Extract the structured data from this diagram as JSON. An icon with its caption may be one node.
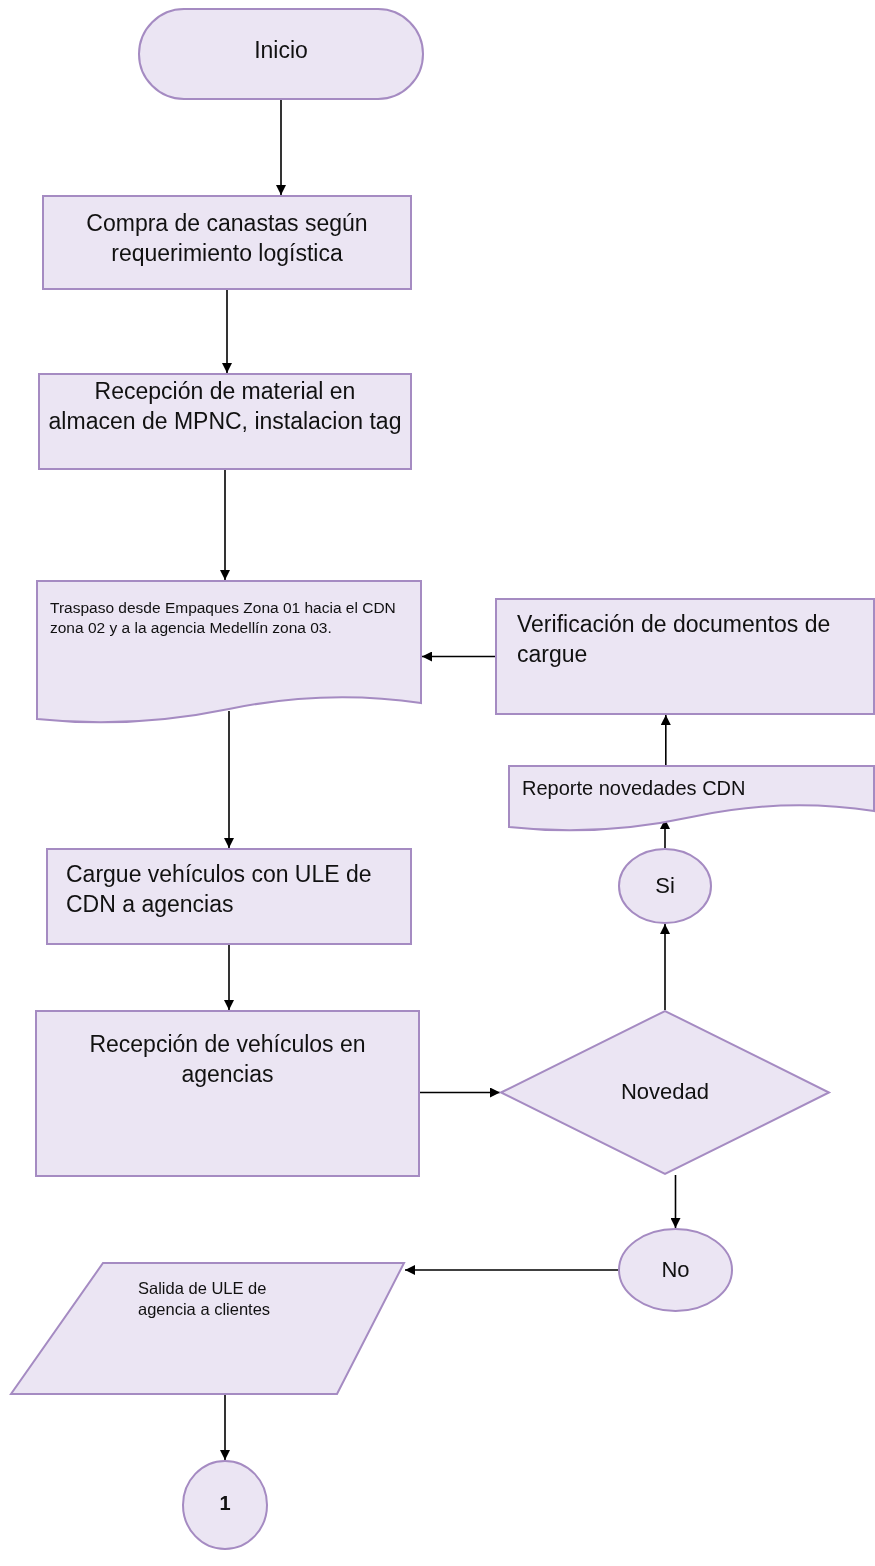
{
  "diagram": {
    "nodes": [
      {
        "text": [
          "Inicio"
        ]
      },
      {
        "text": [
          "Compra de canastas según requerimiento logística"
        ]
      },
      {
        "text": [
          "Recepción de material en almacen de MPNC, instalacion tag"
        ]
      },
      {
        "text": [
          "Traspaso desde Empaques Zona 01 hacia el CDN zona 02 y a la agencia Medellín zona 03."
        ]
      },
      {
        "text": [
          "Verificación de documentos de cargue"
        ]
      },
      {
        "text": [
          "Reporte novedades CDN"
        ]
      },
      {
        "text": [
          "Cargue vehículos con ULE de CDN a agencias"
        ]
      },
      {
        "text": [
          "Si"
        ]
      },
      {
        "text": [
          "Recepción de vehículos en agencias"
        ]
      },
      {
        "text": [
          "Novedad"
        ]
      },
      {
        "text": [
          "No"
        ]
      },
      {
        "text": [
          "Salida de ULE de agencia a clientes"
        ]
      },
      {
        "text": [
          "1"
        ]
      }
    ],
    "edges": [
      {
        "from": 0,
        "to": 1,
        "arrow": "to"
      },
      {
        "from": 1,
        "to": 2,
        "arrow": "to"
      },
      {
        "from": 2,
        "to": 3,
        "arrow": "to"
      },
      {
        "from": 4,
        "to": 3,
        "arrow": "to"
      },
      {
        "from": 3,
        "to": 6,
        "arrow": "to"
      },
      {
        "from": 6,
        "to": 8,
        "arrow": "to"
      },
      {
        "from": 8,
        "to": 9,
        "arrow": "to"
      },
      {
        "from": 9,
        "to": 7,
        "arrow": "to"
      },
      {
        "from": 7,
        "to": 5,
        "arrow": "to"
      },
      {
        "from": 5,
        "to": 4,
        "arrow": "to"
      },
      {
        "from": 9,
        "to": 10,
        "arrow": "to"
      },
      {
        "from": 10,
        "to": 11,
        "arrow": "to"
      },
      {
        "from": 11,
        "to": 12,
        "arrow": "to"
      }
    ]
  }
}
